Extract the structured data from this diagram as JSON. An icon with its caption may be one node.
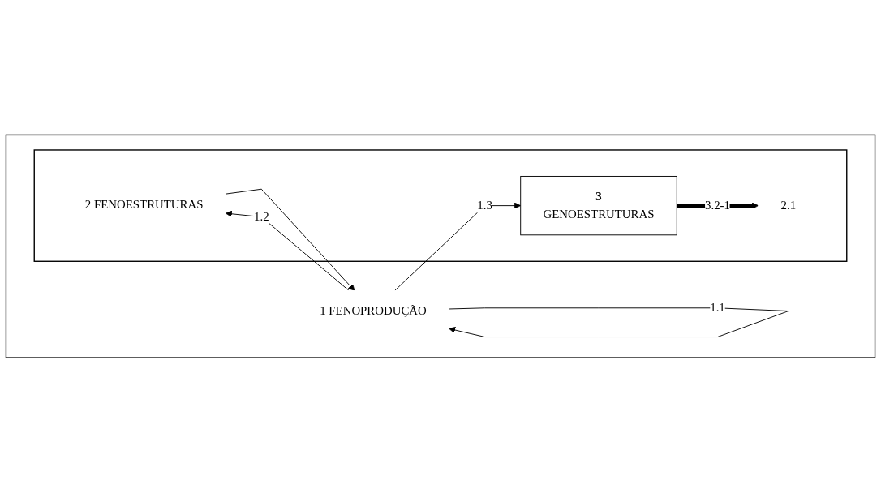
{
  "diagram": {
    "nodes": [
      {
        "text": [],
        "shape": "box"
      },
      {
        "text": [],
        "shape": "box",
        "in": 0
      },
      {
        "text": [
          "3",
          "GENOESTRUTURAS"
        ],
        "in": 1
      },
      {
        "text": [
          "2 FENOESTRUTURAS"
        ],
        "in": 1
      },
      {
        "text": [
          "2.1"
        ],
        "in": 1
      },
      {
        "text": [
          "1 FENOPRODUÇÃO"
        ],
        "in": 0
      }
    ],
    "edges": [
      {
        "from": 2,
        "to": 4,
        "arrow": "to",
        "label": "3.2-1",
        "style": "thick"
      },
      {
        "from": 3,
        "to": 5,
        "arrow": "to"
      },
      {
        "from": 5,
        "to": 5,
        "arrow": "to",
        "label": "1.1"
      },
      {
        "from": 5,
        "to": 3,
        "arrow": "to",
        "label": "1.2"
      },
      {
        "from": 5,
        "to": 2,
        "arrow": "to",
        "label": "1.3"
      }
    ]
  }
}
